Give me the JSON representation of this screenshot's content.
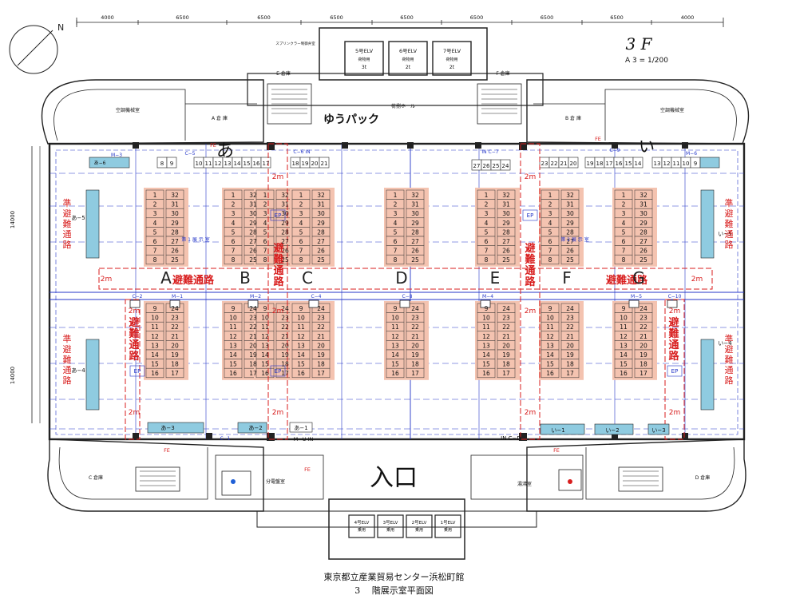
{
  "header": {
    "floor": "3 F",
    "scale": "A 3 = 1/200",
    "compass": "N",
    "sprinkler": "スプリンクラー制御弁室"
  },
  "dimensions": {
    "top": [
      "4000",
      "6500",
      "6500",
      "6500",
      "6500",
      "6500",
      "6500",
      "6500",
      "4000"
    ],
    "left": [
      "14000",
      "14000"
    ]
  },
  "top_area": {
    "elevators": [
      {
        "label": "5号ELV",
        "sub": "荷物用",
        "cap": "3t"
      },
      {
        "label": "6号ELV",
        "sub": "荷物用",
        "cap": "2t"
      },
      {
        "label": "7号ELV",
        "sub": "荷物用",
        "cap": "2t"
      }
    ],
    "e_storage": "E 倉庫",
    "f_storage": "F 倉庫",
    "a_storage": "A 倉 庫",
    "b_storage": "B 倉 庫",
    "ac_left": "空調機械室",
    "ac_right": "空調機械室",
    "hall": "荷捌ホール",
    "yupack": "ゆうパック",
    "handwritten_a": "あ",
    "handwritten_i": "い"
  },
  "wall_top_left": {
    "code": "あ−6",
    "m": "M−3",
    "c": "C−5",
    "cells_a": [
      "8",
      "9"
    ],
    "cells_b": [
      "10",
      "11",
      "12",
      "13",
      "14",
      "15",
      "16",
      "17"
    ]
  },
  "wall_top_mid": {
    "c": "C−6 IN",
    "cells": [
      "18",
      "19",
      "20",
      "21"
    ]
  },
  "wall_top_center": {
    "c": "IN C−7",
    "cells": [
      "27",
      "26",
      "25",
      "24"
    ]
  },
  "wall_top_right": {
    "cells_a": [
      "23",
      "22",
      "21",
      "20"
    ],
    "cells_b": [
      "19",
      "18",
      "17",
      "16",
      "15",
      "14"
    ],
    "c": "C−9",
    "cells_c": [
      "13",
      "12",
      "11",
      "10",
      "9"
    ],
    "m": "M−6"
  },
  "side_codes": {
    "left_upper": "あ−5",
    "left_lower": "あ−4",
    "right_upper": "い−5",
    "right_lower": "い−4"
  },
  "booth_rows": {
    "upper_left": [
      "1",
      "2",
      "3",
      "4",
      "5",
      "6",
      "7",
      "8"
    ],
    "upper_right": [
      "32",
      "31",
      "30",
      "29",
      "28",
      "27",
      "26",
      "25"
    ],
    "lower_left": [
      "9",
      "10",
      "11",
      "12",
      "13",
      "14",
      "15",
      "16"
    ],
    "lower_right": [
      "24",
      "23",
      "22",
      "21",
      "20",
      "19",
      "18",
      "17"
    ]
  },
  "blocks": [
    "A",
    "B",
    "C",
    "D",
    "E",
    "F",
    "G"
  ],
  "evac": {
    "horizontal": "避難通路",
    "vertical": "避難通路",
    "side": "準避難通路",
    "width": "2m"
  },
  "ep": "EP",
  "room_labels": [
    "第 1 展 示 室",
    "第 2 展 示 室"
  ],
  "mid_codes": [
    "C−2",
    "M−1",
    "M−2",
    "C−4",
    "C−8",
    "M−4",
    "M−5",
    "C−10"
  ],
  "bottom_wall": {
    "left": [
      "あ−3",
      "あ−2",
      "あ−1"
    ],
    "m": "M−U IN",
    "c_left": "C−1",
    "c_mid": "IN C−D",
    "right": [
      "い−1",
      "い−2",
      "い−3"
    ],
    "fe": "FE"
  },
  "bottom_area": {
    "entrance": "入口",
    "c_storage": "C 倉庫",
    "d_storage": "D 倉庫",
    "panel_room": "分電盤室",
    "cleaning_room": "湯沸室",
    "elevators": [
      {
        "label": "4号ELV",
        "sub": "乗用"
      },
      {
        "label": "3号ELV",
        "sub": "乗用"
      },
      {
        "label": "2号ELV",
        "sub": "乗用"
      },
      {
        "label": "1号ELV",
        "sub": "乗用"
      }
    ]
  },
  "caption": {
    "line1": "東京都立産業貿易センター浜松町館",
    "line2": "3　 階展示室平面図"
  },
  "colors": {
    "booth_fill": "#f4c3b0",
    "wall_booth": "#8fcbe0",
    "evac_red": "#d81e1e",
    "plan_blue": "#2436c8",
    "line": "#222222"
  }
}
